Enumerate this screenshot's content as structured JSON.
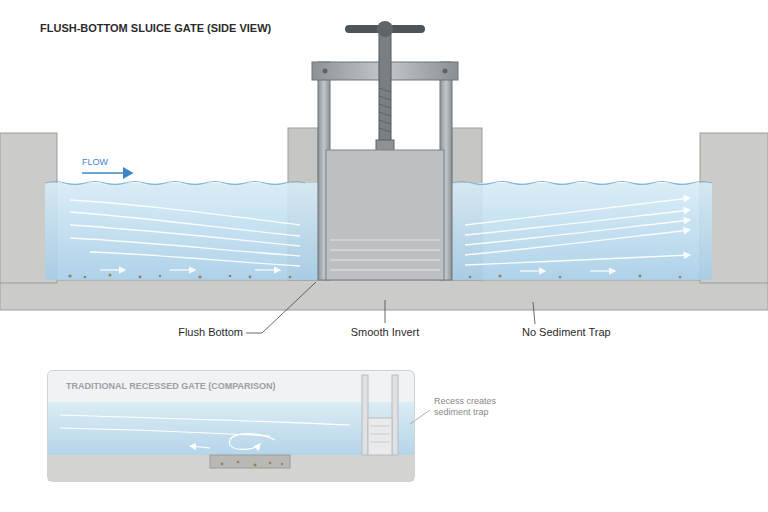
{
  "diagram": {
    "title": "FLUSH-BOTTOM SLUICE GATE (SIDE VIEW)",
    "nodes": [
      {
        "text": [
          "TRADITIONAL RECESSED GATE (COMPARISON)"
        ]
      }
    ],
    "labels": [
      "FLOW",
      "Flush Bottom",
      "Smooth Invert",
      "No Sediment Trap",
      "Recess creates sediment trap"
    ]
  }
}
